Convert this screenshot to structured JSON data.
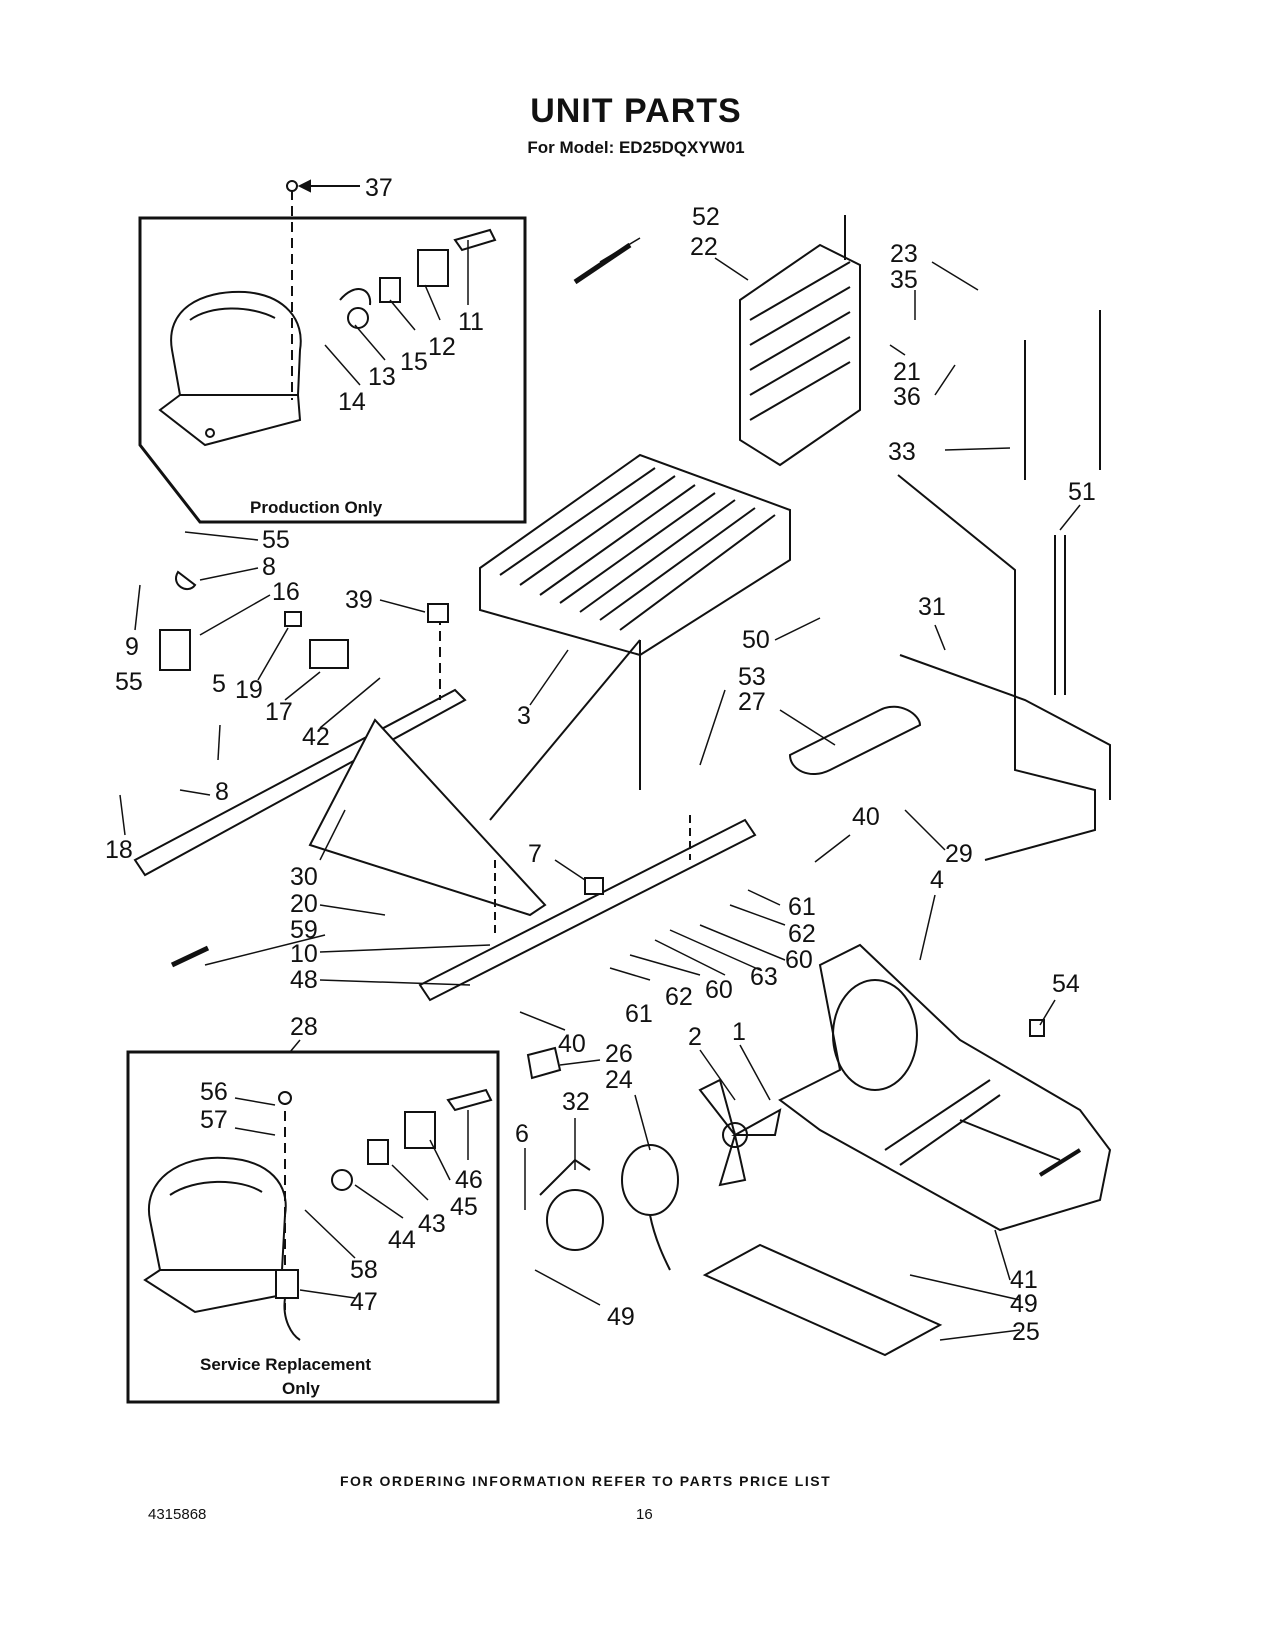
{
  "page": {
    "title": "UNIT PARTS",
    "subtitle": "For Model: ED25DQXYW01",
    "footer_note": "FOR ORDERING INFORMATION REFER TO PARTS PRICE LIST",
    "doc_number": "4315868",
    "page_number": "16"
  },
  "boxes": {
    "production": {
      "caption": "Production Only"
    },
    "service": {
      "caption_line1": "Service Replacement",
      "caption_line2": "Only"
    }
  },
  "callouts": [
    "37",
    "52",
    "22",
    "23",
    "35",
    "11",
    "12",
    "15",
    "13",
    "14",
    "21",
    "36",
    "33",
    "51",
    "55",
    "8",
    "9",
    "16",
    "39",
    "19",
    "17",
    "42",
    "5",
    "3",
    "50",
    "31",
    "53",
    "27",
    "55b",
    "8b",
    "18",
    "30",
    "20",
    "59",
    "10",
    "48",
    "7",
    "40",
    "29",
    "61",
    "62",
    "60",
    "63",
    "4",
    "54",
    "28",
    "56",
    "57",
    "26",
    "24",
    "32",
    "2",
    "1",
    "6",
    "46",
    "45",
    "43",
    "44",
    "58",
    "47",
    "49",
    "41",
    "49b",
    "25",
    "61b",
    "62b",
    "60b",
    "40b"
  ],
  "labels": {
    "c37": "37",
    "c52": "52",
    "c22": "22",
    "c23": "23",
    "c35": "35",
    "c11": "11",
    "c12": "12",
    "c15": "15",
    "c13": "13",
    "c14": "14",
    "c21": "21",
    "c36": "36",
    "c33": "33",
    "c51": "51",
    "c55": "55",
    "c8": "8",
    "c9": "9",
    "c16": "16",
    "c39": "39",
    "c19": "19",
    "c17": "17",
    "c42": "42",
    "c5": "5",
    "c3": "3",
    "c50": "50",
    "c31": "31",
    "c53": "53",
    "c27": "27",
    "c55b": "55",
    "c8b": "8",
    "c18": "18",
    "c30": "30",
    "c20": "20",
    "c59": "59",
    "c10": "10",
    "c48": "48",
    "c7": "7",
    "c40": "40",
    "c29": "29",
    "c61": "61",
    "c62": "62",
    "c60": "60",
    "c63": "63",
    "c4": "4",
    "c54": "54",
    "c28": "28",
    "c56": "56",
    "c57": "57",
    "c26": "26",
    "c24": "24",
    "c32": "32",
    "c2": "2",
    "c1": "1",
    "c6": "6",
    "c46": "46",
    "c45": "45",
    "c43": "43",
    "c44": "44",
    "c58": "58",
    "c47": "47",
    "c49": "49",
    "c41": "41",
    "c49b": "49",
    "c25": "25",
    "c61b": "61",
    "c62b": "62",
    "c60b": "60",
    "c40b": "40"
  }
}
